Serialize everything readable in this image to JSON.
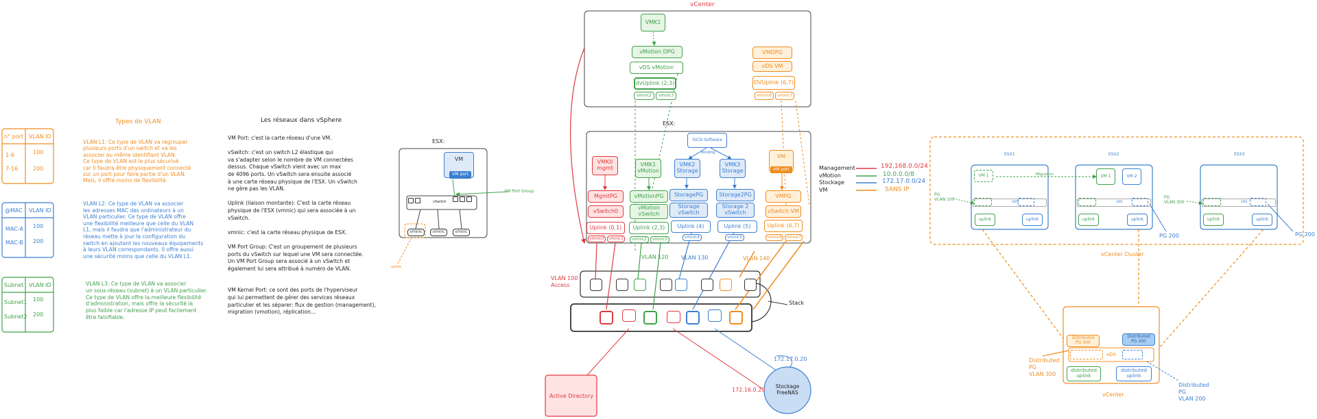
{
  "colors": {
    "red": "#e0393e",
    "green": "#3fa14a",
    "blue": "#3b7fd0",
    "orange": "#f08c1d"
  },
  "tables": {
    "port": {
      "h1": "n° port",
      "h2": "VLAN ID",
      "r1a": "1-6",
      "r1b": "100",
      "r2a": "7-16",
      "r2b": "200"
    },
    "mac": {
      "h1": "@MAC",
      "h2": "VLAN ID",
      "r1a": "MAC-A",
      "r1b": "100",
      "r2a": "MAC-B",
      "r2b": "200"
    },
    "subnet": {
      "h1": "Subnet",
      "h2": "VLAN ID",
      "r1a": "Subnet1",
      "r1b": "100",
      "r2a": "Subnet2",
      "r2b": "200"
    }
  },
  "vlan_types": {
    "title": "Types de VLAN",
    "l1": "VLAN L1: Ce type de VLAN va regrouper\nplusieurs ports d'un switch et va les\nassocier au même identifiant VLAN.\nCe type de VLAN est le plus sécurisé\ncar il faudra être physiquement connecté\nsur un port pour faire partie d'un VLAN.\nMais, il offre moins de flexibilité.",
    "l2": "VLAN L2: Ce type de VLAN va associer\nles adresses MAC des ordinateurs à un\nVLAN particulier. Ce type de VLAN offre\nune flexibilité meilleure que celle du VLAN\nL1, mais il faudra que l'administrateur du\nréseau mette à jour la configuration du\nswitch en ajoutant les nouveaux équipements\nà leurs VLAN correspondants. Il offre aussi\nune sécurité moins que celle du VLAN L1.",
    "l3": "VLAN L3: Ce type de VLAN va associer\nun sous-réseau (subnet) à un VLAN particulier.\nCe type de VLAN offre la meilleure flexibilité\nd'administration, mais offre la sécurité la\nplus faible car l'adresse IP peut facilement\nêtre falsifiable."
  },
  "vsphere": {
    "title": "Les réseaux dans vSphere",
    "body": "VM Port: c'est la carte réseau d'une VM.\n\nvSwitch: c'est un switch L2 élastique qui\nva s'adapter selon le nombre de VM connectées\ndessus. Chaque vSwitch vient avec un max\nde 4096 ports. Un vSwitch sera ensuite associé\nà une carte réseau physique de l'ESX. Un vSwitch\nne gère pas les VLAN.\n\nUplink (liaison montante): C'est la carte réseau\nphysique de l'ESX (vmnic) qui sera associée à un\nvSwitch.\n\nvmnic: c'est la carte réseau physique de ESX.\n\nVM Port Group: C'est un groupement de plusieurs\nports du vSwitch sur lequel une VM sera connectée.\nUn VM Port Group sera associé à un vSwitch et\négalement lui sera attribué à numéro de VLAN.\n\n\nVM Kernel Port: ce sont des ports de l'hyperviseur\nqui lui permettent de gérer des services réseaux\nparticulier et les séparer: flux de gestion (management),\nmigration (vmotion), réplication..."
  },
  "esx_small": {
    "title": "ESX:",
    "vm": "VM",
    "vm_port": "VM port",
    "vswitch": "vSwitch",
    "vmnic": "vmnic",
    "pg_label": "VM Port Group",
    "uplink_label": "uplink"
  },
  "vcenter": {
    "title": "vCenter",
    "vmk1": "VMK1",
    "vmotion_dpg": "vMotion DPG",
    "vds_vmotion": "vDS vMotion",
    "dvuplink23": "dvUplink (2,3)",
    "vmnic2": "vmnic2",
    "vmnic3": "vmnic3",
    "vmdpg": "VMDPG",
    "vds_vm": "vDS VM",
    "dvuplink67": "DVUplink (6,7)",
    "vmnic6": "vmnic6",
    "vmnic7": "vmnic7"
  },
  "esx": {
    "title": "ESX:",
    "iscsi": "iSCSI Software",
    "binding": "Binding",
    "vmk0": "VMK0\nmgmt",
    "vmk1": "VMK1\nvMotion",
    "vmk2": "VMK2\nStorage",
    "vmk3": "VMK3\nStorage",
    "vm": "VM",
    "vm_port": "VM port",
    "mgmtpg": "MgmtPG",
    "vmotionpg": "vMotionPG",
    "storagepg": "StoragePG",
    "storage2pg": "Storage2PG",
    "vmpg": "VMPG",
    "vswitch0": "vSwitch0",
    "vmotion_vswitch": "vMotion\nvSwitch",
    "storage_vswitch": "Storage\nvSwitch",
    "storage2_vswitch": "Storage 2\nvSwitch",
    "vswitch_vm": "vSwitch VM",
    "uplink01": "Uplink (0,1)",
    "uplink23": "Uplink (2,3)",
    "uplink4": "Uplink (4)",
    "uplink5": "Uplink (5)",
    "uplink67": "Uplink (6,7)",
    "vmnic0": "vmnic0",
    "vmnic1": "vmnic1",
    "vmnic2": "vmnic2",
    "vmnic3": "vmnic3",
    "vmnic4": "vmnic4",
    "vmnic5": "vmnic5",
    "vmnic6": "vmnic6",
    "vmnic7": "vmnic7"
  },
  "physical": {
    "vlan100": "VLAN 100\nAccess",
    "vlan120": "VLAN 120",
    "vlan130": "VLAN 130",
    "vlan140": "VLAN 140",
    "stack": "Stack",
    "ad": "Active Directory",
    "storage": "Stockage\nFreeNAS",
    "ip_ad": "172.16.0.20",
    "ip_storage": "172.17.0.20"
  },
  "legend": [
    {
      "name": "Management",
      "ip": "192.168.0.0/24",
      "color": "#e0393e"
    },
    {
      "name": "vMotion",
      "ip": "10.0.0.0/8",
      "color": "#3fa14a"
    },
    {
      "name": "Stockage",
      "ip": "172.17.0.0/24",
      "color": "#3b7fd0"
    },
    {
      "name": "VM",
      "ip": "SANS IP",
      "color": "#f08c1d"
    }
  ],
  "cluster": {
    "title": "vCenter Cluster",
    "esx1": "ESX1",
    "esx2": "ESX2",
    "esx3": "ESX3",
    "vm1": "VM 1",
    "vm2": "VM 2",
    "migration": "Migration",
    "vss": "vSS",
    "uplink": "uplink",
    "pg100": "PG\nVLAN 100",
    "pg300": "PG\nVLAN 300",
    "pg200": "PG 200",
    "pg200b": "PG 200",
    "vcenter": "vCenter",
    "dpg300": "Distributed\nPG 300",
    "dpg200": "Distributed\nPG 200",
    "vds": "vDS",
    "dist_uplink": "distributed\nuplink",
    "dist_pg300": "Distributed\nPG\nVLAN 300",
    "dist_pg200": "Distributed\nPG\nVLAN 200"
  }
}
